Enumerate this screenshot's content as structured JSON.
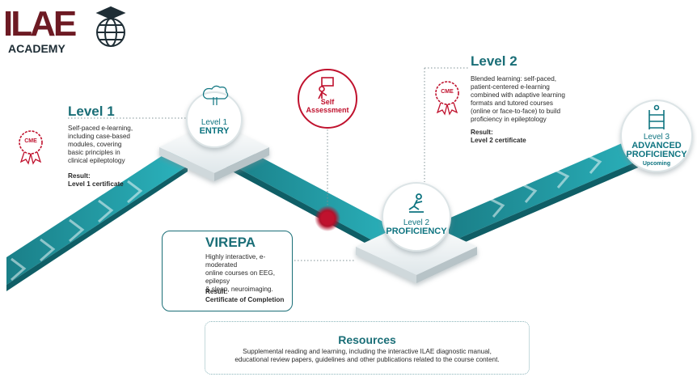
{
  "logo": {
    "main": "ILAE",
    "sub": "ACADEMY"
  },
  "level1": {
    "heading": "Level 1",
    "desc_lines": [
      "Self-paced e-learning,",
      "including case-based",
      "modules, covering",
      "basic principles in",
      "clinical epileptology"
    ],
    "result_label": "Result:",
    "result_value": "Level 1 certificate"
  },
  "level2": {
    "heading": "Level 2",
    "desc_lines": [
      "Blended learning: self-paced,",
      "patient-centered e-learning",
      "combined with adaptive learning",
      "formats and tutored courses",
      "(online or face-to-face) to build",
      "proficiency in epileptology"
    ],
    "result_label": "Result:",
    "result_value": "Level 2 certificate"
  },
  "virepa": {
    "heading": "VIREPA",
    "desc_lines": [
      "Highly interactive, e-moderated",
      "online courses on EEG, epilepsy",
      "& sleep, neuroimaging."
    ],
    "result_label": "Result:",
    "result_value": "Certificate of Completion"
  },
  "self_assessment": {
    "line1": "Self",
    "line2": "Assessment"
  },
  "nodes": {
    "entry": {
      "level": "Level 1",
      "name": "ENTRY"
    },
    "proficiency": {
      "level": "Level 2",
      "name": "PROFICIENCY"
    },
    "advanced": {
      "level": "Level 3",
      "name1": "ADVANCED",
      "name2": "PROFICIENCY",
      "status": "Upcoming"
    }
  },
  "cme_label": "CME",
  "resources": {
    "title": "Resources",
    "lines": [
      "Supplemental reading and learning, including the interactive ILAE diagnostic manual,",
      "educational review papers, guidelines and other publications related to the course content."
    ]
  },
  "colors": {
    "teal": "#1a6e77",
    "teal_light": "#2bb3bd",
    "maroon": "#6d1a23",
    "red": "#c8102e",
    "dark": "#1e2d35"
  },
  "icons": [
    "graduation-cap-globe-icon",
    "brain-icon",
    "presenter-icon",
    "runner-icon",
    "climber-icon",
    "cme-ribbon-icon"
  ]
}
